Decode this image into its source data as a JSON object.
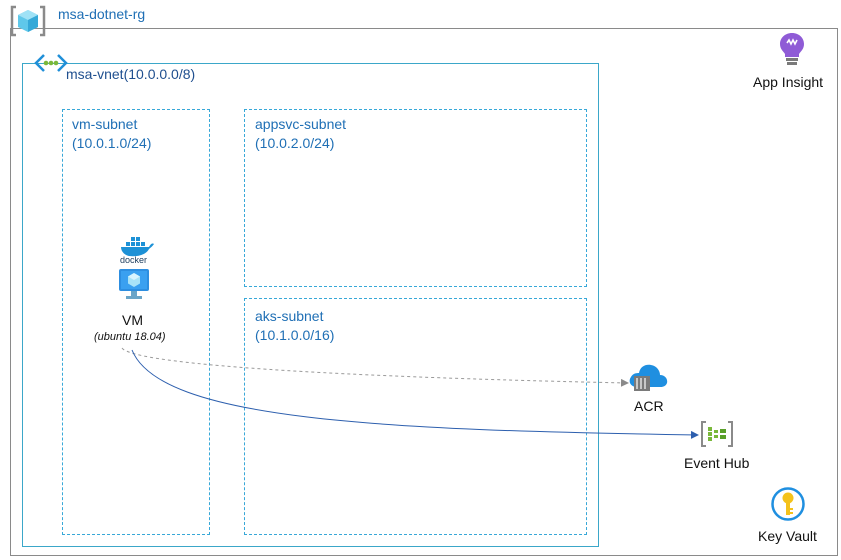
{
  "resource_group": {
    "name": "msa-dotnet-rg",
    "icon": "resource-group-icon"
  },
  "vnet": {
    "name": "msa-vnet(10.0.0.0/8)",
    "icon": "vnet-icon"
  },
  "subnets": {
    "vm": {
      "name": "vm-subnet",
      "cidr": "(10.0.1.0/24)"
    },
    "appsvc": {
      "name": "appsvc-subnet",
      "cidr": "(10.0.2.0/24)"
    },
    "aks": {
      "name": "aks-subnet",
      "cidr": "(10.1.0.0/16)"
    }
  },
  "vm": {
    "docker_label": "docker",
    "name": "VM",
    "os": "(ubuntu 18.04)",
    "icons": [
      "docker-icon",
      "virtual-machine-icon"
    ]
  },
  "services": {
    "app_insight": {
      "label": "App Insight",
      "icon": "app-insights-icon"
    },
    "acr": {
      "label": "ACR",
      "icon": "container-registry-icon"
    },
    "event_hub": {
      "label": "Event Hub",
      "icon": "event-hub-icon"
    },
    "key_vault": {
      "label": "Key Vault",
      "icon": "key-vault-icon"
    }
  },
  "colors": {
    "azure_blue": "#1f6fb5",
    "subnet_border": "#38a8d8",
    "vnet_border": "#3ba7c9",
    "app_insight_purple": "#8f5bd6",
    "event_hub_green": "#7ab83a",
    "key_vault_yellow": "#f4c21b"
  }
}
